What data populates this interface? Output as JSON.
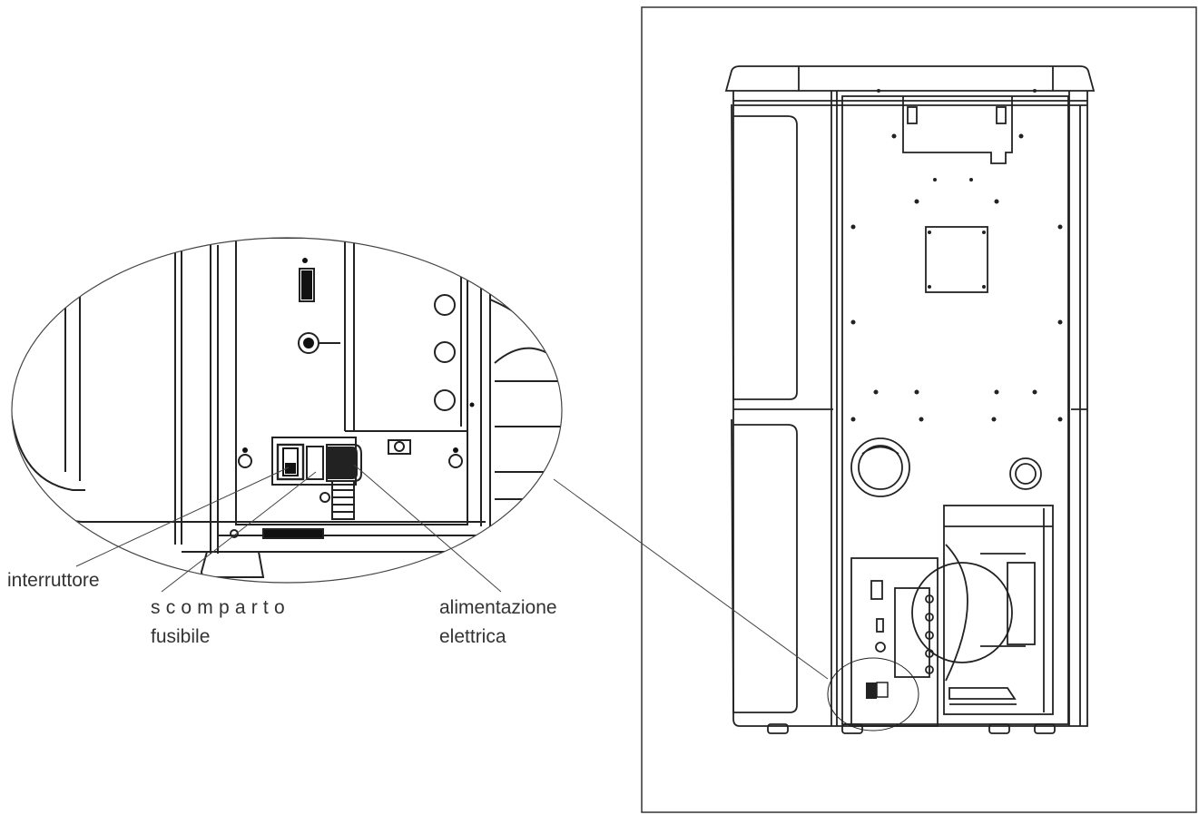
{
  "callouts": {
    "switch": {
      "label": "interruttore"
    },
    "fuse": {
      "line1": "scomparto",
      "line2": "fusibile"
    },
    "power": {
      "line1": "alimentazione",
      "line2": "elettrica"
    }
  },
  "colors": {
    "line": "#222222",
    "panel_dark": "#111111",
    "label": "#333333",
    "background": "#ffffff"
  }
}
